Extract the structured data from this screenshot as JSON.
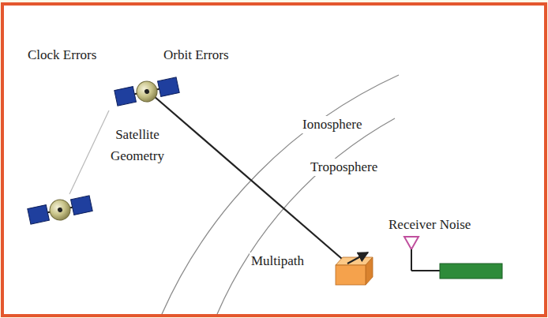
{
  "diagram": {
    "labels": [
      "Clock Errors",
      "Orbit Errors",
      "Satellite Geometry",
      "Ionosphere",
      "Troposphere",
      "Multipath",
      "Receiver Noise"
    ]
  }
}
